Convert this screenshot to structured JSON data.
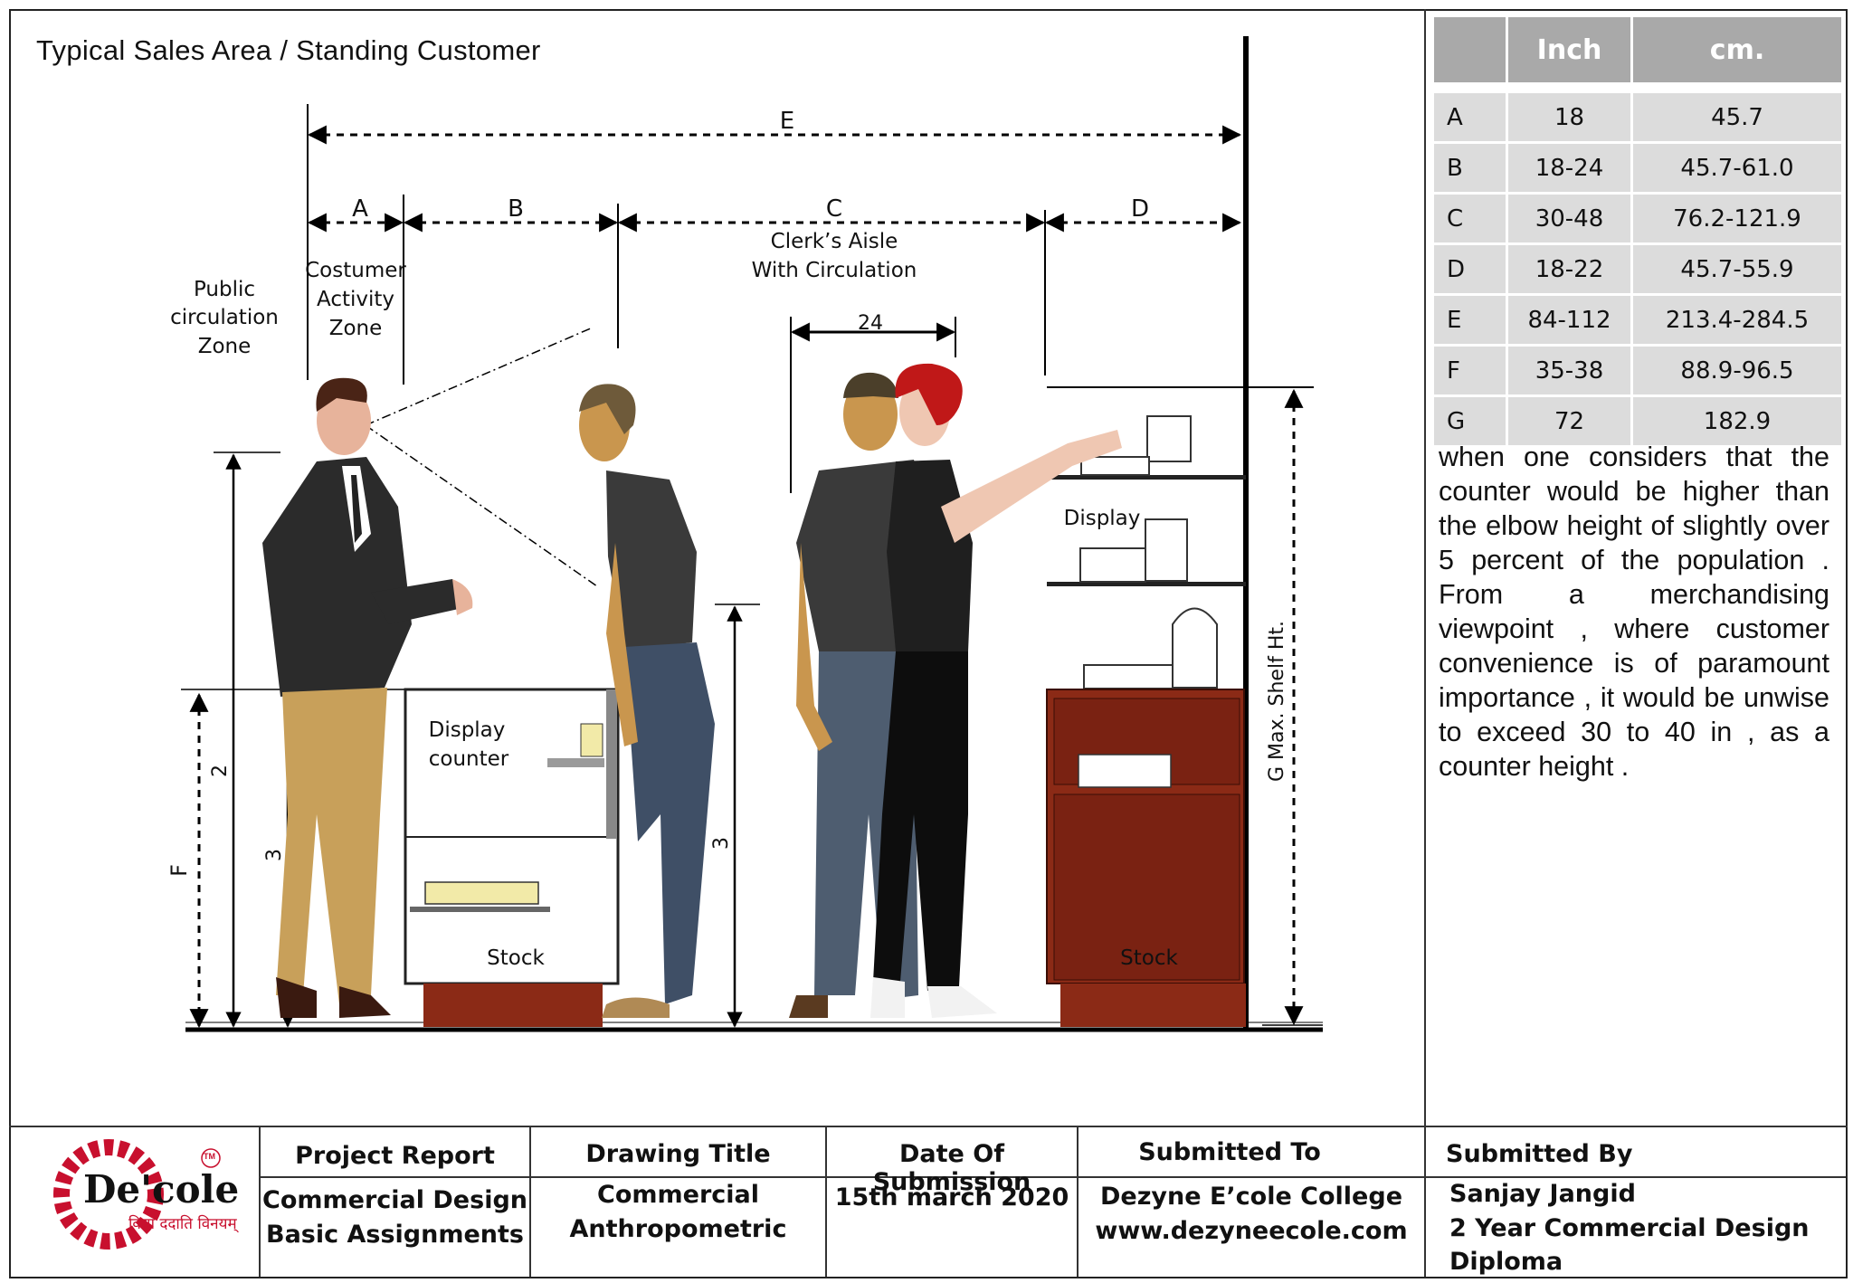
{
  "title": "Typical Sales Area / Standing Customer",
  "dims": {
    "A": "A",
    "B": "B",
    "C": "C",
    "D": "D",
    "E": "E",
    "F": "F",
    "span_24": "24",
    "two": "2",
    "three_left": "3",
    "three_mid": "3",
    "G": "G Max. Shelf Ht."
  },
  "labels": {
    "public_1": "Public",
    "public_2": "circulation",
    "public_3": "Zone",
    "costumer_1": "Costumer",
    "costumer_2": "Activity",
    "costumer_3": "Zone",
    "clerk_1": "Clerk’s Aisle",
    "clerk_2": "With Circulation",
    "display_counter_1": "Display",
    "display_counter_2": "counter",
    "stock_left": "Stock",
    "stock_right": "Stock",
    "display_shelf": "Display"
  },
  "table": {
    "header": [
      "",
      "Inch",
      "cm."
    ],
    "rows": [
      {
        "key": "A",
        "inch": "18",
        "cm": "45.7"
      },
      {
        "key": "B",
        "inch": "18-24",
        "cm": "45.7-61.0"
      },
      {
        "key": "C",
        "inch": "30-48",
        "cm": "76.2-121.9"
      },
      {
        "key": "D",
        "inch": "18-22",
        "cm": "45.7-55.9"
      },
      {
        "key": "E",
        "inch": "84-112",
        "cm": "213.4-284.5"
      },
      {
        "key": "F",
        "inch": "35-38",
        "cm": "88.9-96.5"
      },
      {
        "key": "G",
        "inch": "72",
        "cm": "182.9"
      }
    ]
  },
  "note": "when one considers that the counter would be higher than the elbow height of slightly over 5 percent of the population . From a merchandising viewpoint , where customer convenience is of paramount importance , it would be unwise to exceed 30 to 40 in , as a counter height .",
  "logo": {
    "name": "De'cole",
    "tm": "TM",
    "tagline": "विद्या ददाति विनयम्"
  },
  "footer": {
    "project_report": "Project Report",
    "project_1": "Commercial Design",
    "project_2": "Basic Assignments",
    "drawing_title": "Drawing Title",
    "drawing_1": "Commercial",
    "drawing_2": "Anthropometric",
    "date_head": "Date Of Submission",
    "date_value": "15th march 2020",
    "submitted_to": "Submitted To",
    "to_1": "Dezyne E’cole College",
    "to_2": "www.dezyneecole.com",
    "submitted_by": "Submitted By",
    "by_1": "Sanjay Jangid",
    "by_2": "2 Year Commercial Design",
    "by_3": "Diploma"
  },
  "colors": {
    "cabinet": "#8b2a16",
    "table_header": "#a9a9a9",
    "table_cell": "#dcdcdc",
    "logo_red": "#c8102e"
  }
}
